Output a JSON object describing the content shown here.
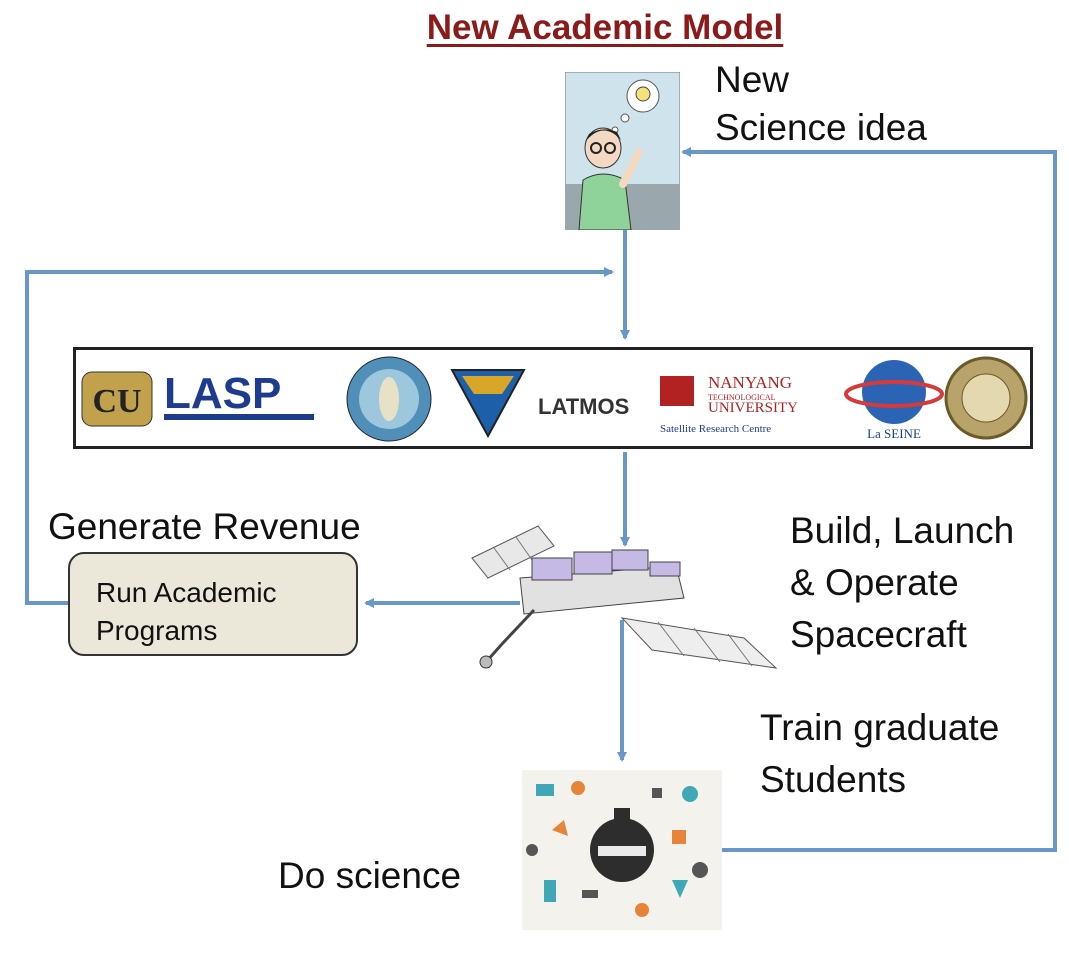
{
  "title": "New Academic Model",
  "labels": {
    "new_science_idea_1": "New",
    "new_science_idea_2": "Science idea",
    "generate_revenue": "Generate Revenue",
    "build_1": "Build, Launch",
    "build_2": "& Operate",
    "build_3": "Spacecraft",
    "train_1": "Train graduate",
    "train_2": "Students",
    "do_science": "Do science"
  },
  "box": {
    "line1": "Run Academic",
    "line2": "Programs"
  },
  "logos": {
    "lasp": "LASP",
    "latmos": "LATMOS",
    "nanyang_1": "NANYANG",
    "nanyang_2": "TECHNOLOGICAL",
    "nanyang_3": "UNIVERSITY",
    "nanyang_4": "Satellite Research Centre",
    "lasaine": "La SEINE"
  },
  "colors": {
    "arrow": "#6a97c9",
    "title": "#8b1a1a",
    "box_fill": "#ece8d9"
  }
}
